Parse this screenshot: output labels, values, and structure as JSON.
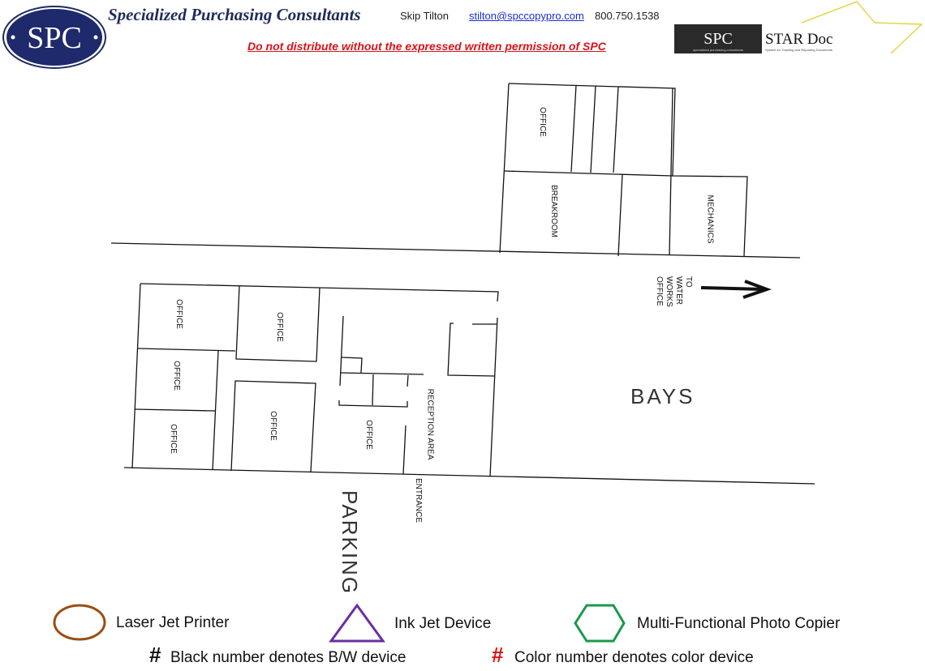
{
  "header": {
    "logo_text": "SPC",
    "company": "Specialized Purchasing Consultants",
    "contact_name": "Skip Tilton",
    "email": "stilton@spccopypro.com",
    "phone": "800.750.1538",
    "warning": "Do not distribute without the expressed written permission of SPC",
    "star_logo": {
      "left": "SPC",
      "right": "STAR Doc",
      "sub_left": "specialized purchasing consultants",
      "sub_right": "System for Tracking and Reporting Documents"
    }
  },
  "floorplan": {
    "upper_rooms": [
      "OFFICE",
      "BREAKROOM",
      "MECHANICS"
    ],
    "lower_rooms": [
      "OFFICE",
      "OFFICE",
      "OFFICE",
      "OFFICE",
      "OFFICE",
      "OFFICE",
      "RECEPTION  AREA"
    ],
    "entrance": "ENTRANCE",
    "parking": "PARKING",
    "bays": "BAYS",
    "direction": [
      "TO",
      "WATER",
      "WORKS",
      "OFFICE"
    ]
  },
  "legend": {
    "laser": "Laser Jet Printer",
    "inkjet": "Ink Jet Device",
    "mfp": "Multi-Functional Photo Copier",
    "hash": "#",
    "bw": "Black number denotes B/W device",
    "color": "Color number denotes color device",
    "colors": {
      "laser": "#9a4f12",
      "inkjet": "#6a2fa0",
      "mfp": "#1a9a4a",
      "color_hash": "#e01010"
    }
  }
}
